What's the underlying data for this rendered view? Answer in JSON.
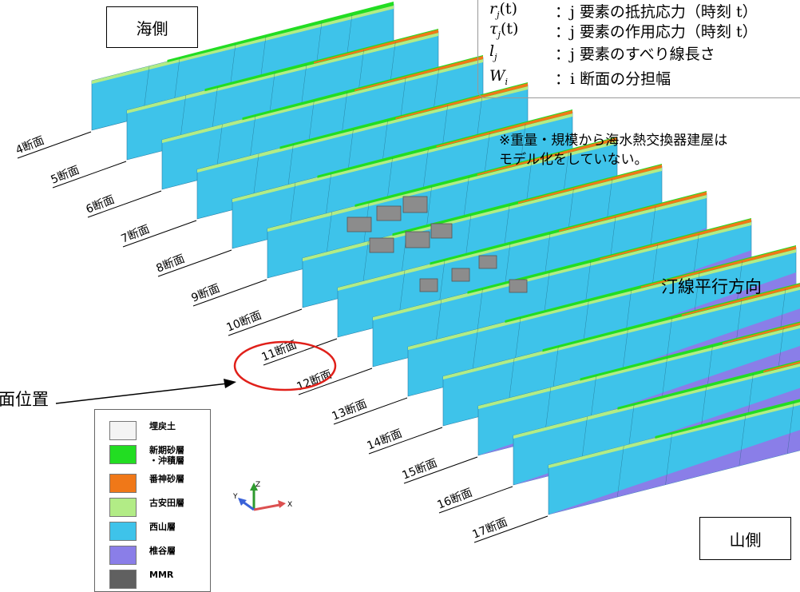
{
  "labels": {
    "sea_side": "海側",
    "mountain_side": "山側",
    "direction": "汀線平行方向",
    "section_position": "面位置"
  },
  "formula": {
    "rows": [
      {
        "sym": "r",
        "sub": "j",
        "arg": "(t)",
        "desc": "：j 要素の抵抗応力（時刻 t）"
      },
      {
        "sym": "τ",
        "sub": "j",
        "arg": "(t)",
        "desc": "：j 要素の作用応力（時刻 t）"
      },
      {
        "sym": "l",
        "sub": "j",
        "arg": "",
        "desc": "：j 要素のすべり線長さ"
      },
      {
        "sym": "W",
        "sub": "i",
        "arg": "",
        "desc": "：i 断面の分担幅"
      }
    ]
  },
  "note": {
    "line1": "※重量・規模から海水熱交換器建屋は",
    "line2": "モデル化をしていない。"
  },
  "sections": [
    "4断面",
    "5断面",
    "6断面",
    "7断面",
    "8断面",
    "9断面",
    "10断面",
    "11断面",
    "12断面",
    "13断面",
    "14断面",
    "15断面",
    "16断面",
    "17断面"
  ],
  "highlighted_section": "11断面",
  "legend": [
    {
      "label": "埋戻土",
      "color": "#f4f4f4"
    },
    {
      "label": "新期砂層\n・沖積層",
      "color": "#22dd22"
    },
    {
      "label": "番神砂層",
      "color": "#f07818"
    },
    {
      "label": "古安田層",
      "color": "#b2ec86"
    },
    {
      "label": "西山層",
      "color": "#3ec3ea"
    },
    {
      "label": "椎谷層",
      "color": "#8a7ee8"
    },
    {
      "label": "MMR",
      "color": "#606060"
    }
  ],
  "axes": {
    "x": "X",
    "y": "Y",
    "z": "Z"
  }
}
